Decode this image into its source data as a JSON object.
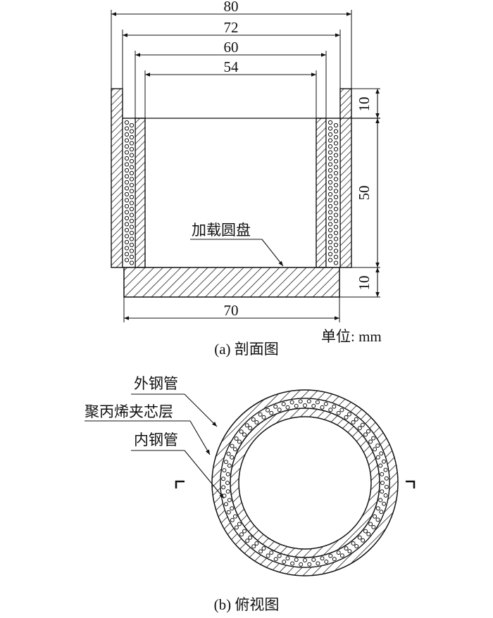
{
  "section_view": {
    "dimensions": {
      "outer_diameter": "80",
      "outer_tube_inner": "72",
      "inner_tube_outer": "60",
      "inner_tube_inner": "54",
      "top_gap": "10",
      "tube_height": "50",
      "plate_thickness": "10",
      "plate_width": "70"
    },
    "label_loading_disc": "加载圆盘",
    "unit_label": "单位: mm",
    "caption": "(a) 剖面图"
  },
  "top_view": {
    "label_outer_tube": "外钢管",
    "label_core": "聚丙烯夹芯层",
    "label_inner_tube": "内钢管",
    "caption": "(b) 俯视图"
  },
  "colors": {
    "line": "#111111",
    "background": "#ffffff"
  }
}
